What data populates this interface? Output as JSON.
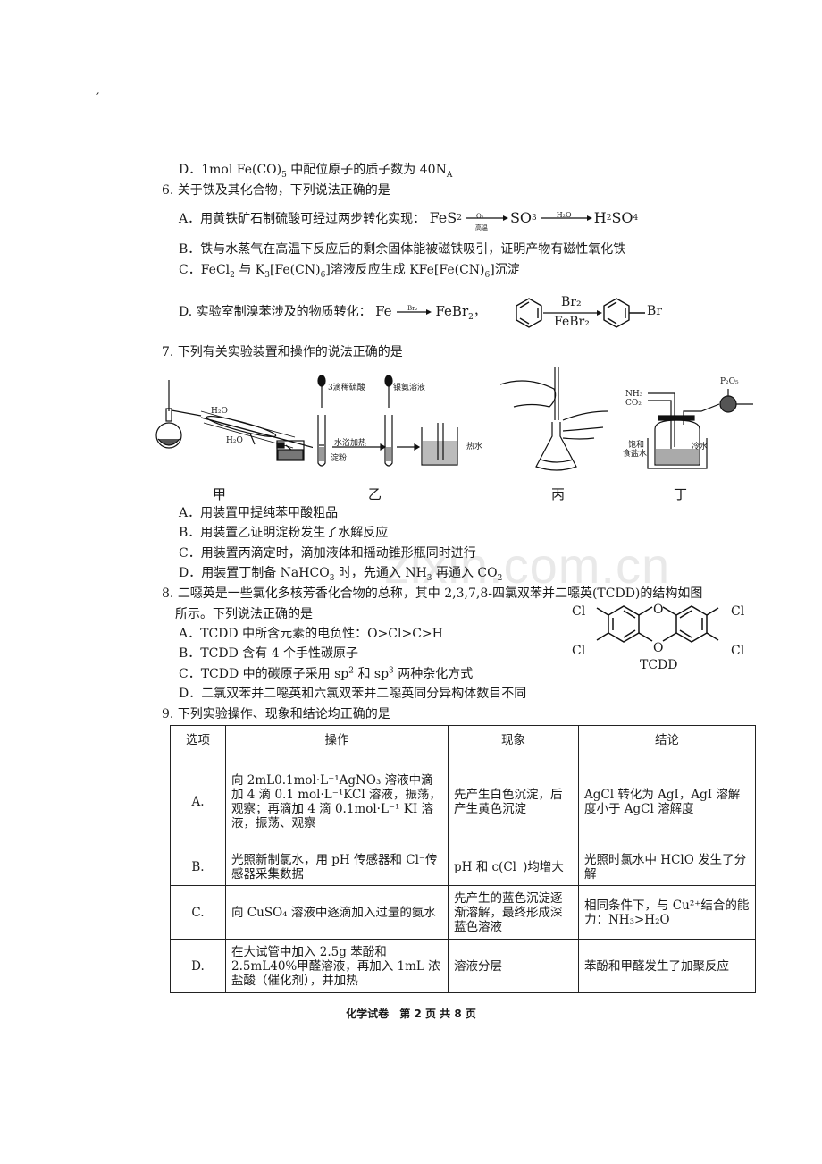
{
  "page": {
    "stray_mark": "′",
    "watermark": "zixin.com.cn",
    "footer": {
      "subject": "化学试卷",
      "page_label": "第 2 页 共 8 页"
    }
  },
  "q5": {
    "option_d": {
      "label": "D．",
      "text_pre": "1mol Fe(CO)",
      "sub": "5",
      "text_post": " 中配位原子的质子数为 40N",
      "sub2": "A"
    }
  },
  "q6": {
    "number": "6.",
    "stem": "关于铁及其化合物，下列说法正确的是",
    "options": {
      "a": {
        "label": "A．",
        "text": "用黄铁矿石制硫酸可经过两步转化实现：",
        "reaction": {
          "r1": "FeS",
          "r1_sub": "2",
          "arrow1_top": "O₂",
          "arrow1_bottom": "高温",
          "p1": "SO",
          "p1_sub": "3",
          "arrow2_top": "H₂O",
          "p2": "H",
          "p2_sub1": "2",
          "p2_mid": "SO",
          "p2_sub2": "4"
        }
      },
      "b": {
        "label": "B．",
        "text": "铁与水蒸气在高温下反应后的剩余固体能被磁铁吸引，证明产物有磁性氧化铁"
      },
      "c": {
        "label": "C．",
        "text_1": "FeCl",
        "sub1": "2",
        "text_2": " 与 K",
        "sub2": "3",
        "text_3": "[Fe(CN)",
        "sub3": "6",
        "text_4": "]溶液反应生成 KFe[Fe(CN)",
        "sub4": "6",
        "text_5": "]沉淀"
      },
      "d": {
        "label": "D.",
        "text": "实验室制溴苯涉及的物质转化：",
        "reaction1": {
          "r": "Fe",
          "arrow_top": "Br₂",
          "p": "FeBr",
          "p_sub": "2"
        },
        "reaction2": {
          "arrow_top": "Br₂",
          "arrow_bottom": "FeBr₂",
          "substituent": "Br"
        }
      }
    }
  },
  "q7": {
    "number": "7.",
    "stem": "下列有关实验装置和操作的说法正确的是",
    "figures": {
      "jia": {
        "caption": "甲",
        "labels": [
          "H₂O",
          "H₂O"
        ]
      },
      "yi": {
        "caption": "乙",
        "labels": [
          "3滴稀硫酸",
          "银氨溶液",
          "水浴加热",
          "淀粉",
          "热水"
        ]
      },
      "bing": {
        "caption": "丙"
      },
      "ding": {
        "caption": "丁",
        "labels": [
          "P₂O₅",
          "NH₃",
          "CO₂",
          "饱和",
          "食盐水",
          "冷水"
        ]
      }
    },
    "options": {
      "a": {
        "label": "A．",
        "text": "用装置甲提纯苯甲酸粗品"
      },
      "b": {
        "label": "B．",
        "text": "用装置乙证明淀粉发生了水解反应"
      },
      "c": {
        "label": "C．",
        "text": "用装置丙滴定时，滴加液体和摇动锥形瓶同时进行"
      },
      "d": {
        "label": "D．",
        "text_1": "用装置丁制备 NaHCO",
        "sub1": "3",
        "text_2": " 时，先通入 NH",
        "sub2": "3",
        "text_3": " 再通入 CO",
        "sub3": "2"
      }
    }
  },
  "q8": {
    "number": "8.",
    "stem_1": "二噁英是一些氯化多核芳香化合物的总称，其中 2,3,7,8-四氯双苯并二噁英(TCDD)的结构如图",
    "stem_2": "所示。下列说法正确的是",
    "structure": {
      "caption": "TCDD",
      "atoms": [
        "Cl",
        "Cl",
        "Cl",
        "Cl",
        "O",
        "O"
      ]
    },
    "options": {
      "a": {
        "label": "A．",
        "text": "TCDD 中所含元素的电负性：O>Cl>C>H"
      },
      "b": {
        "label": "B．",
        "text": "TCDD 含有 4 个手性碳原子"
      },
      "c": {
        "label": "C．",
        "text_1": "TCDD 中的碳原子采用 sp",
        "sup1": "2",
        "text_2": " 和 sp",
        "sup2": "3",
        "text_3": " 两种杂化方式"
      },
      "d": {
        "label": "D．",
        "text": "二氯双苯并二噁英和六氯双苯并二噁英同分异构体数目不同"
      }
    }
  },
  "q9": {
    "number": "9.",
    "stem": "下列实验操作、现象和结论均正确的是",
    "table": {
      "headers": [
        "选项",
        "操作",
        "现象",
        "结论"
      ],
      "rows": [
        {
          "key": "A.",
          "op": "向 2mL0.1mol·L⁻¹AgNO₃ 溶液中滴加 4 滴 0.1 mol·L⁻¹KCl 溶液，振荡，观察；再滴加 4 滴 0.1mol·L⁻¹ KI 溶液，振荡、观察",
          "phenomenon": "先产生白色沉淀，后产生黄色沉淀",
          "conclusion": "AgCl 转化为 AgI，AgI 溶解度小于 AgCl 溶解度"
        },
        {
          "key": "B.",
          "op": "光照新制氯水，用 pH 传感器和 Cl⁻传感器采集数据",
          "phenomenon": "pH 和 c(Cl⁻)均增大",
          "conclusion": "光照时氯水中 HClO 发生了分解"
        },
        {
          "key": "C.",
          "op": "向 CuSO₄ 溶液中逐滴加入过量的氨水",
          "phenomenon": "先产生的蓝色沉淀逐渐溶解，最终形成深蓝色溶液",
          "conclusion": "相同条件下，与 Cu²⁺结合的能力：NH₃>H₂O"
        },
        {
          "key": "D.",
          "op": "在大试管中加入 2.5g 苯酚和 2.5mL40%甲醛溶液，再加入 1mL 浓盐酸（催化剂），并加热",
          "phenomenon": "溶液分层",
          "conclusion": "苯酚和甲醛发生了加聚反应"
        }
      ]
    }
  }
}
